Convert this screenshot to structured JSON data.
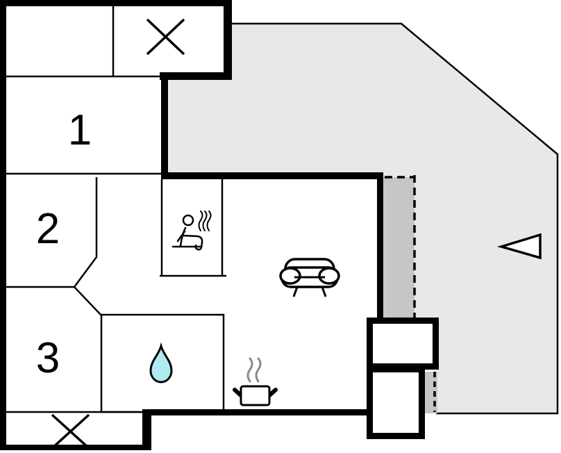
{
  "floorplan": {
    "type": "holiday-home-floor-plan",
    "rooms": [
      {
        "id": "bedroom-1",
        "label": "1"
      },
      {
        "id": "bedroom-2",
        "label": "2"
      },
      {
        "id": "bedroom-3",
        "label": "3"
      }
    ],
    "icons": [
      {
        "name": "cross-marker-top",
        "meaning": "crossed-out area / stairs"
      },
      {
        "name": "cross-marker-bottom",
        "meaning": "crossed-out area / stairs"
      },
      {
        "name": "sauna-icon",
        "meaning": "sauna"
      },
      {
        "name": "sofa-icon",
        "meaning": "living room sofa"
      },
      {
        "name": "water-drop-icon",
        "meaning": "bathroom"
      },
      {
        "name": "cooking-pot-icon",
        "meaning": "kitchen"
      },
      {
        "name": "direction-arrow-icon",
        "meaning": "orientation arrow"
      }
    ],
    "colors": {
      "wall": "#000000",
      "terrace": "#e8e8e8",
      "opening": "#c6c6c6",
      "water_drop": "#aeeaf0",
      "steam": "#8a8a8a",
      "background": "#ffffff"
    }
  }
}
